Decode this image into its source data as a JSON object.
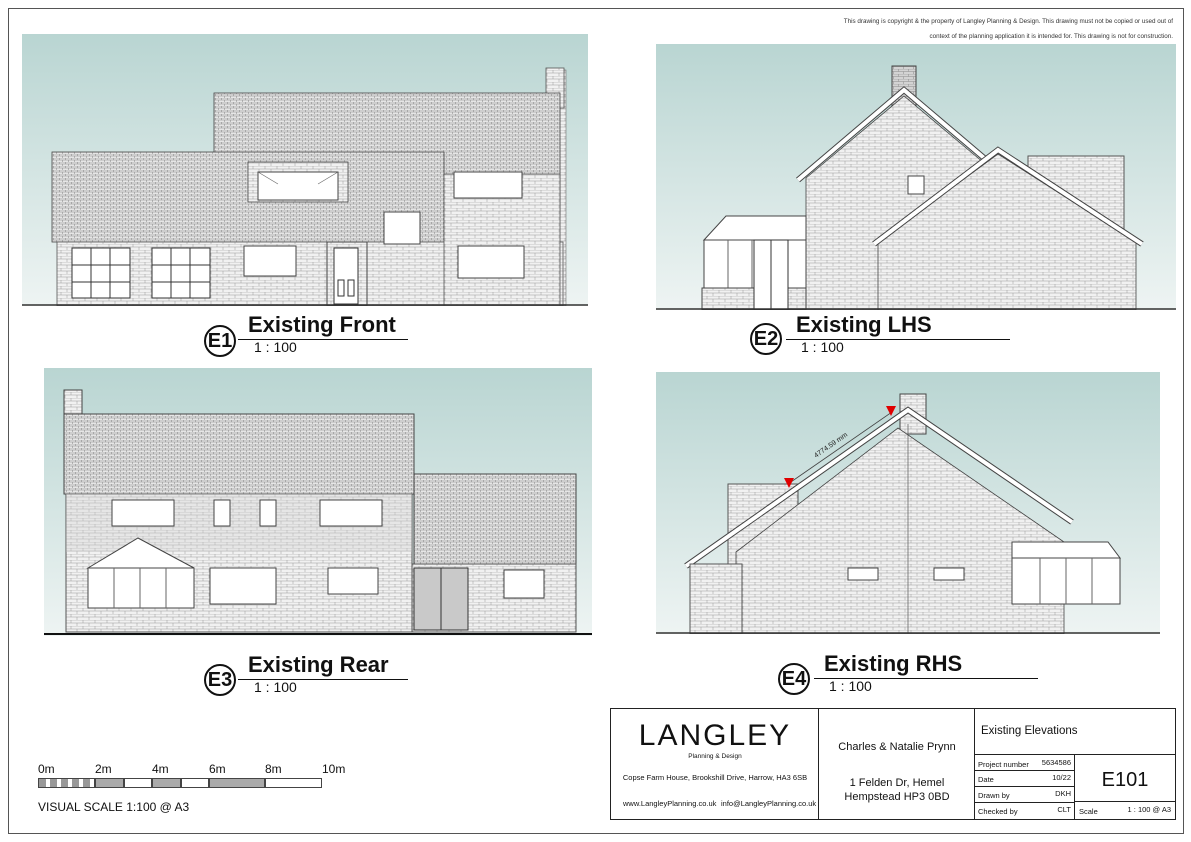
{
  "copyright": {
    "line1": "This drawing is copyright & the property of Langley Planning & Design. This drawing must not be copied or used out of",
    "line2": "context of the planning application it is intended for. This drawing is not for construction."
  },
  "views": [
    {
      "id": "E1",
      "title": "Existing Front",
      "scale": "1 : 100"
    },
    {
      "id": "E2",
      "title": "Existing LHS",
      "scale": "1 : 100"
    },
    {
      "id": "E3",
      "title": "Existing Rear",
      "scale": "1 : 100"
    },
    {
      "id": "E4",
      "title": "Existing RHS",
      "scale": "1 : 100"
    }
  ],
  "dimension": {
    "text": "4774.59 mm"
  },
  "scale_bar": {
    "ticks": [
      "0m",
      "2m",
      "4m",
      "6m",
      "8m",
      "10m"
    ],
    "caption": "VISUAL SCALE 1:100  @ A3"
  },
  "title_block": {
    "logo": "LANGLEY",
    "logo_sub": "Planning & Design",
    "address": "Copse Farm House, Brookshill Drive, Harrow, HA3 6SB",
    "web": "www.LangleyPlanning.co.uk",
    "email": "info@LangleyPlanning.co.uk",
    "client": "Charles & Natalie Prynn",
    "site_line1": "1 Felden Dr, Hemel",
    "site_line2": "Hempstead HP3 0BD",
    "drawing_title": "Existing Elevations",
    "project_number_label": "Project number",
    "project_number": "5634586",
    "date_label": "Date",
    "date": "10/22",
    "drawn_label": "Drawn by",
    "drawn": "DKH",
    "checked_label": "Checked by",
    "checked": "CLT",
    "scale_label": "Scale",
    "scale": "1 : 100 @ A3",
    "drawing_number": "E101"
  }
}
